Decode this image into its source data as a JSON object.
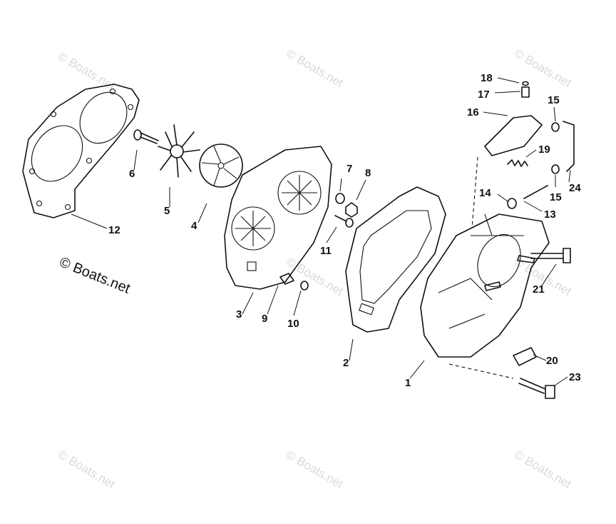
{
  "credit": "© Boats.net",
  "watermark": "© Boats.net",
  "callouts": [
    {
      "id": "1",
      "label": "1"
    },
    {
      "id": "2",
      "label": "2"
    },
    {
      "id": "3",
      "label": "3"
    },
    {
      "id": "4",
      "label": "4"
    },
    {
      "id": "5",
      "label": "5"
    },
    {
      "id": "6",
      "label": "6"
    },
    {
      "id": "7",
      "label": "7"
    },
    {
      "id": "8",
      "label": "8"
    },
    {
      "id": "9",
      "label": "9"
    },
    {
      "id": "10",
      "label": "10"
    },
    {
      "id": "11",
      "label": "11"
    },
    {
      "id": "12",
      "label": "12"
    },
    {
      "id": "13",
      "label": "13"
    },
    {
      "id": "14",
      "label": "14"
    },
    {
      "id": "15a",
      "label": "15"
    },
    {
      "id": "15b",
      "label": "15"
    },
    {
      "id": "16",
      "label": "16"
    },
    {
      "id": "17",
      "label": "17"
    },
    {
      "id": "18",
      "label": "18"
    },
    {
      "id": "19",
      "label": "19"
    },
    {
      "id": "20",
      "label": "20"
    },
    {
      "id": "21",
      "label": "21"
    },
    {
      "id": "23",
      "label": "23"
    },
    {
      "id": "24",
      "label": "24"
    }
  ]
}
